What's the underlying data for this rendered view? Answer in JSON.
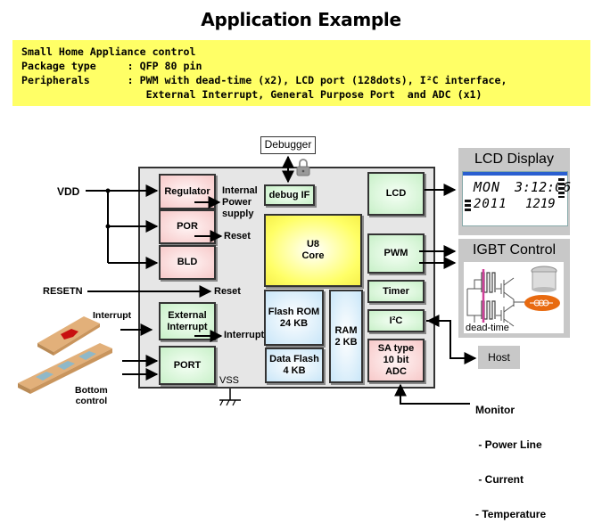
{
  "title": "Application Example",
  "info": {
    "line1": "Small Home Appliance control",
    "line2": "Package type     : QFP 80 pin",
    "line3": "Peripherals      : PWM with dead-time (x2), LCD port (128dots), I²C interface,",
    "line4": "                    External Interrupt, General Purpose Port  and ADC (x1)"
  },
  "external": {
    "debugger": "Debugger",
    "vdd": "VDD",
    "resetn": "RESETN",
    "interrupt_in": "Interrupt",
    "bottom_control": [
      "Bottom",
      "control"
    ],
    "vss": "VSS",
    "lcd_display": "LCD Display",
    "igbt_control": "IGBT Control",
    "dead_time": "dead-time",
    "host": "Host",
    "monitor": {
      "title": "Monitor",
      "items": [
        " - Power Line",
        " - Current",
        "- Temperature"
      ]
    }
  },
  "lcd_screen": {
    "row1_day": "MON",
    "row1_time": "3:12:06",
    "row2_year": "2011",
    "row2_date": "1219"
  },
  "blocks": {
    "regulator": "Regulator",
    "por": "POR",
    "bld": "BLD",
    "ext_interrupt": [
      "External",
      "Interrupt"
    ],
    "port": "PORT",
    "debug_if": "debug IF",
    "core": [
      "U8",
      "Core"
    ],
    "flash_rom": [
      "Flash ROM",
      "24 KB"
    ],
    "data_flash": [
      "Data Flash",
      "4 KB"
    ],
    "ram": [
      "RAM",
      "2 KB"
    ],
    "lcd": "LCD",
    "pwm": "PWM",
    "timer": "Timer",
    "i2c": "I²C",
    "adc": [
      "SA type",
      "10 bit",
      "ADC"
    ]
  },
  "internal_labels": {
    "internal_power": [
      "Internal",
      "Power",
      "supply"
    ],
    "reset_por": "Reset",
    "reset_ext": "Reset",
    "interrupt_int": "Interrupt"
  },
  "colors": {
    "info_bg": "#ffff66",
    "chip_bg": "#e6e6e6",
    "pink_block": "#f7c9c9",
    "green_block": "#c8f0c8",
    "core_yellow": "#ffff66",
    "memory_blue": "#c9e6f8",
    "panel_gray": "#c8c8c8"
  }
}
